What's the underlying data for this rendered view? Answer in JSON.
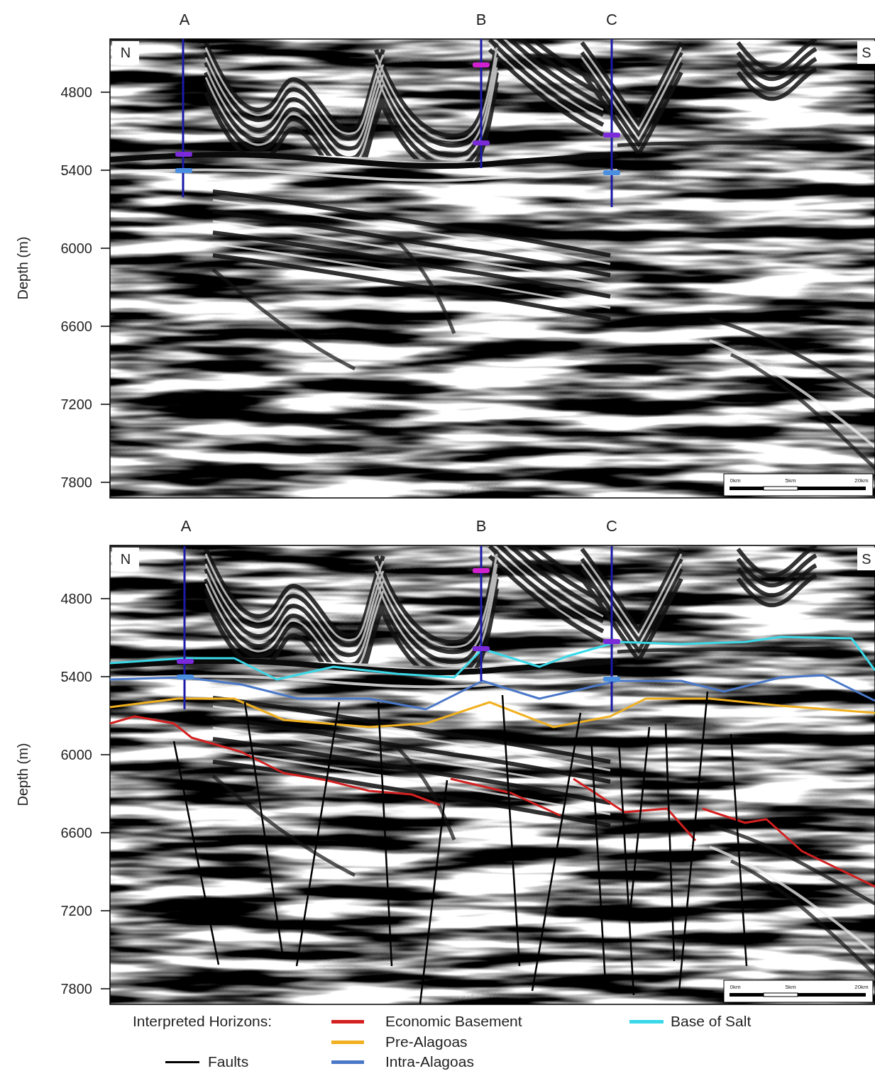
{
  "diagram": {
    "labels": [
      "A",
      "B",
      "C",
      "N",
      "S",
      "4800",
      "5400",
      "6000",
      "6600",
      "7200",
      "7800",
      "Depth (m)",
      "0km",
      "5km",
      "20km",
      "A",
      "B",
      "C",
      "N",
      "S",
      "4800",
      "5400",
      "6000",
      "6600",
      "7200",
      "7800",
      "Depth (m)",
      "0km",
      "5km",
      "20km",
      "Interpreted Horizons:"
    ],
    "legend": [
      {
        "text": "Economic Basement",
        "color": "#d42020"
      },
      {
        "text": "Pre-Alagoas",
        "color": "#f0b020"
      },
      {
        "text": "Intra-Alagoas",
        "color": "#4a78c8"
      },
      {
        "text": "Base of Salt",
        "color": "#3ad8e8"
      },
      {
        "text": "Faults",
        "color": "#000000"
      }
    ]
  }
}
